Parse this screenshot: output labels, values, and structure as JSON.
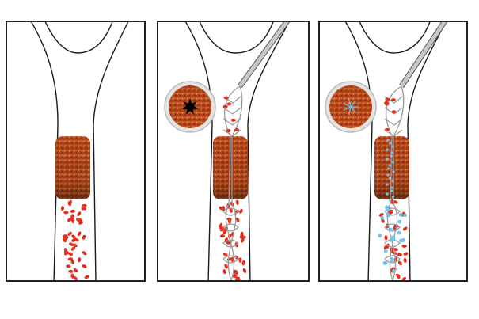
{
  "figure": {
    "panels": [
      {
        "stage": "occlusion",
        "device": false,
        "inset": false,
        "particles": false
      },
      {
        "stage": "device-deployed",
        "device": true,
        "inset": "star-lumen",
        "particles": false
      },
      {
        "stage": "device-with-agent",
        "device": true,
        "inset": "blue-network",
        "particles": true
      }
    ],
    "colors": {
      "frame": "#222222",
      "vessel_wall": "#1a1a1a",
      "clot": "#b5421c",
      "clot_highlight": "#d98a2b",
      "red_cells": "#e0301e",
      "stent": "#9a9a9a",
      "catheter": "#c8c8c8",
      "agent_particles": "#6cc6ec"
    },
    "icons": [
      "clot-cross-section-icon",
      "stent-retriever-icon",
      "catheter-icon"
    ]
  }
}
